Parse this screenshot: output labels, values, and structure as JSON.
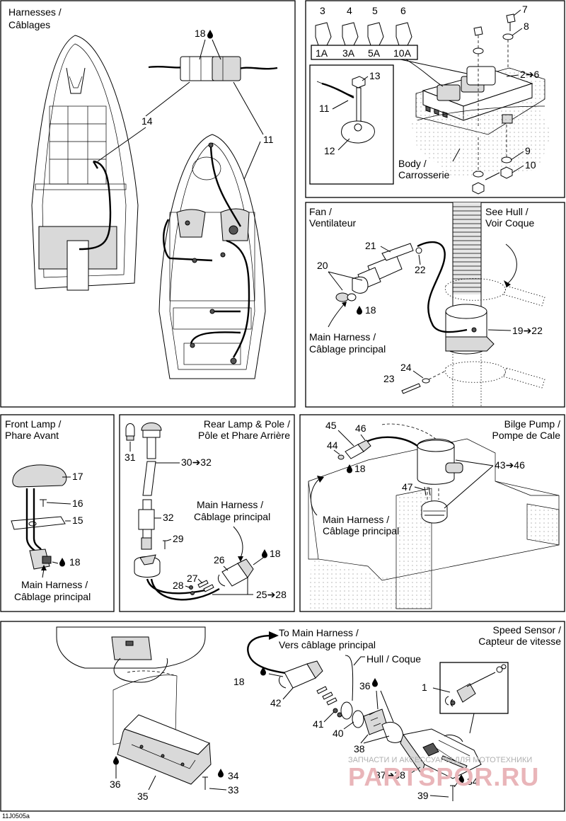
{
  "panels": {
    "harnesses": {
      "title_1": "Harnesses /",
      "title_2": "Câblages"
    },
    "fuses": {
      "fuse_labels": [
        "1A",
        "3A",
        "5A",
        "10A"
      ],
      "body_1": "Body /",
      "body_2": "Carrosserie"
    },
    "fan": {
      "title_1": "Fan /",
      "title_2": "Ventilateur",
      "see_hull_1": "See Hull /",
      "see_hull_2": "Voir Coque",
      "main_harness_1": "Main Harness /",
      "main_harness_2": "Câblage principal"
    },
    "front_lamp": {
      "title_1": "Front Lamp /",
      "title_2": "Phare Avant",
      "main_harness_1": "Main Harness /",
      "main_harness_2": "Câblage principal"
    },
    "rear_lamp": {
      "title_1": "Rear Lamp & Pole /",
      "title_2": "Pôle et Phare Arrière",
      "main_harness_1": "Main Harness /",
      "main_harness_2": "Câblage principal"
    },
    "bilge_pump": {
      "title_1": "Bilge Pump /",
      "title_2": "Pompe de Cale",
      "main_harness_1": "Main Harness /",
      "main_harness_2": "Câblage principal"
    },
    "speed_sensor": {
      "title_1": "Speed Sensor /",
      "title_2": "Capteur de vitesse",
      "to_main_1": "To Main Harness /",
      "to_main_2": "Vers câblage principal",
      "hull": "Hull / Coque"
    }
  },
  "callouts": {
    "c1": "1",
    "c2_6": "2➔6",
    "c3": "3",
    "c4": "4",
    "c5": "5",
    "c6": "6",
    "c7": "7",
    "c8": "8",
    "c9": "9",
    "c10": "10",
    "c11a": "11",
    "c11b": "11",
    "c12": "12",
    "c13": "13",
    "c14": "14",
    "c15": "15",
    "c16": "16",
    "c17": "17",
    "c18_harness": "18",
    "c18_fan": "18",
    "c18_front": "18",
    "c18_rear": "18",
    "c18_bilge": "18",
    "c18_speed": "18",
    "c19_22": "19➔22",
    "c20": "20",
    "c21": "21",
    "c22": "22",
    "c23": "23",
    "c24": "24",
    "c25_28": "25➔28",
    "c26": "26",
    "c27": "27",
    "c28": "28",
    "c29": "29",
    "c30_32": "30➔32",
    "c31": "31",
    "c32": "32",
    "c33": "33",
    "c34a": "34",
    "c34b": "34",
    "c35": "35",
    "c36a": "36",
    "c36b": "36",
    "c37_38": "37➔38",
    "c38": "38",
    "c39": "39",
    "c40": "40",
    "c41": "41",
    "c42": "42",
    "c43_46": "43➔46",
    "c44": "44",
    "c45": "45",
    "c46": "46",
    "c47": "47"
  },
  "footer": {
    "figure_id": "11J0505a",
    "watermark_text": "ЗАПЧАСТИ И АКСЕССУАРЫ ДЛЯ МОТОТЕХНИКИ",
    "watermark_logo": "PARTSPOR.RU"
  },
  "icons": {
    "lubricant": "drop-icon"
  }
}
